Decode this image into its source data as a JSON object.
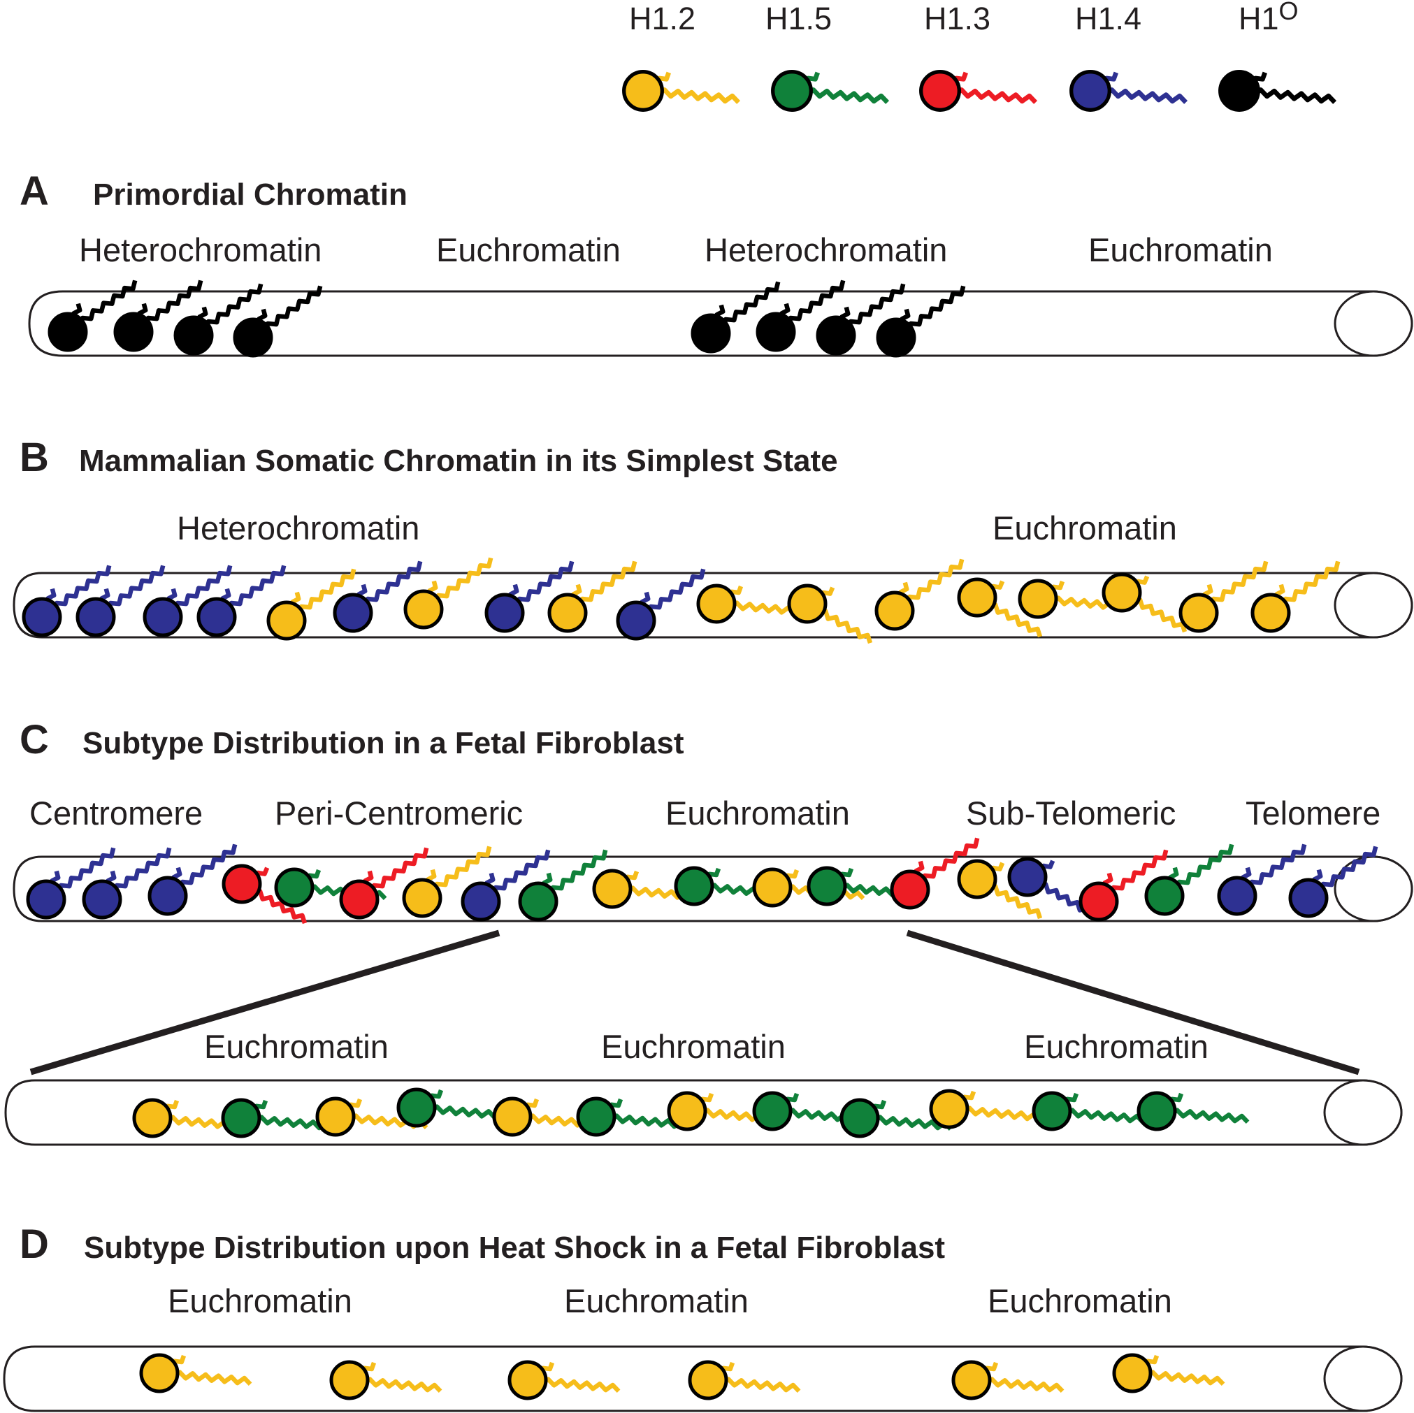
{
  "colors": {
    "h1_2": "#f6bd1a",
    "h1_5": "#10813a",
    "h1_3": "#ed1c24",
    "h1_4": "#2e3192",
    "h1_0": "#000000",
    "outline": "#000000"
  },
  "legend": [
    {
      "label": "H1.2",
      "color_key": "h1_2"
    },
    {
      "label": "H1.5",
      "color_key": "h1_5"
    },
    {
      "label": "H1.3",
      "color_key": "h1_3"
    },
    {
      "label": "H1.4",
      "color_key": "h1_4"
    },
    {
      "label": "H1",
      "superscript": "O",
      "color_key": "h1_0"
    }
  ],
  "panels": {
    "a": {
      "letter": "A",
      "title": "Primordial Chromatin",
      "regions": [
        "Heterochromatin",
        "Euchromatin",
        "Heterochromatin",
        "Euchromatin"
      ],
      "histones": [
        "h1_0",
        "h1_0",
        "h1_0",
        "h1_0",
        "h1_0",
        "h1_0",
        "h1_0",
        "h1_0"
      ]
    },
    "b": {
      "letter": "B",
      "title": "Mammalian Somatic Chromatin in its Simplest State",
      "regions": [
        "Heterochromatin",
        "Euchromatin"
      ],
      "histones": [
        "h1_4",
        "h1_4",
        "h1_4",
        "h1_4",
        "h1_2",
        "h1_4",
        "h1_2",
        "h1_4",
        "h1_2",
        "h1_4",
        "h1_2",
        "h1_2",
        "h1_2",
        "h1_2",
        "h1_2",
        "h1_2",
        "h1_2",
        "h1_2"
      ]
    },
    "c": {
      "letter": "C",
      "title": "Subtype Distribution in a Fetal Fibroblast",
      "regions": [
        "Centromere",
        "Peri-Centromeric",
        "Euchromatin",
        "Sub-Telomeric",
        "Telomere"
      ],
      "histones": [
        "h1_4",
        "h1_4",
        "h1_4",
        "h1_3",
        "h1_5",
        "h1_3",
        "h1_2",
        "h1_4",
        "h1_5",
        "h1_2",
        "h1_5",
        "h1_2",
        "h1_5",
        "h1_3",
        "h1_2",
        "h1_4",
        "h1_3",
        "h1_5",
        "h1_4",
        "h1_4"
      ],
      "zoom_regions": [
        "Euchromatin",
        "Euchromatin",
        "Euchromatin"
      ],
      "zoom_histones": [
        "h1_2",
        "h1_5",
        "h1_2",
        "h1_5",
        "h1_2",
        "h1_5",
        "h1_2",
        "h1_5",
        "h1_5",
        "h1_2",
        "h1_5",
        "h1_5"
      ]
    },
    "d": {
      "letter": "D",
      "title": "Subtype Distribution upon Heat Shock in a Fetal Fibroblast",
      "regions": [
        "Euchromatin",
        "Euchromatin",
        "Euchromatin"
      ],
      "histones": [
        "h1_2",
        "h1_2",
        "h1_2",
        "h1_2",
        "h1_2",
        "h1_2"
      ]
    }
  }
}
